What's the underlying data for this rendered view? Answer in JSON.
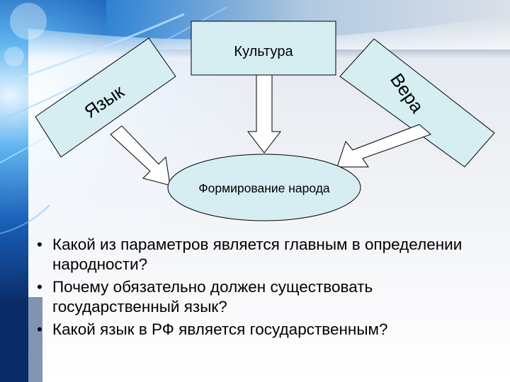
{
  "diagram": {
    "nodes": {
      "culture": "Культура",
      "language": "Язык",
      "faith": "Вера",
      "formation": "Формирование народа"
    }
  },
  "questions": [
    "Какой из параметров является главным в определении народности?",
    "Почему обязательно должен существовать государственный язык?",
    "Какой язык в РФ является государственным?"
  ],
  "bullet": "•",
  "colors": {
    "box_fill": "#d6eef2",
    "arrow_fill": "#ffffff",
    "background_blue": "#2a7fd0",
    "background_dark": "#0a2c66",
    "text": "#000000"
  }
}
